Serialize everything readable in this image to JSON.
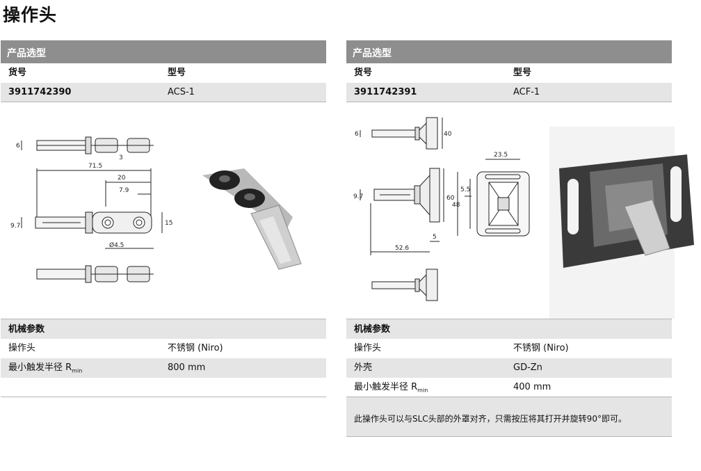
{
  "page_title": "操作头",
  "left": {
    "selection_header": "产品选型",
    "col_part_no": "货号",
    "col_model": "型号",
    "part_no": "3911742390",
    "model": "ACS-1",
    "drawing_dims": [
      "6",
      "3",
      "71.5",
      "20",
      "7.9",
      "9.7",
      "15",
      "Ø4.5"
    ],
    "mech_header": "机械参数",
    "params": [
      {
        "name": "操作头",
        "value": "不锈钢 (Niro)"
      },
      {
        "name": "最小触发半径 R",
        "sub": "min",
        "value": "800 mm"
      }
    ]
  },
  "right": {
    "selection_header": "产品选型",
    "col_part_no": "货号",
    "col_model": "型号",
    "part_no": "3911742391",
    "model": "ACF-1",
    "drawing_dims": [
      "6",
      "40",
      "23.5",
      "5.5",
      "9.7",
      "60",
      "48",
      "5",
      "52.6"
    ],
    "mech_header": "机械参数",
    "params": [
      {
        "name": "操作头",
        "value": "不锈钢 (Niro)"
      },
      {
        "name": "外壳",
        "value": "GD-Zn"
      },
      {
        "name": "最小触发半径 R",
        "sub": "min",
        "value": "400 mm"
      }
    ],
    "note": "此操作头可以与SLC头部的外罩对齐，只需按压将其打开并旋转90°即可。"
  },
  "colors": {
    "band": "#8e8e8e",
    "row_shade": "#e5e5e5"
  }
}
